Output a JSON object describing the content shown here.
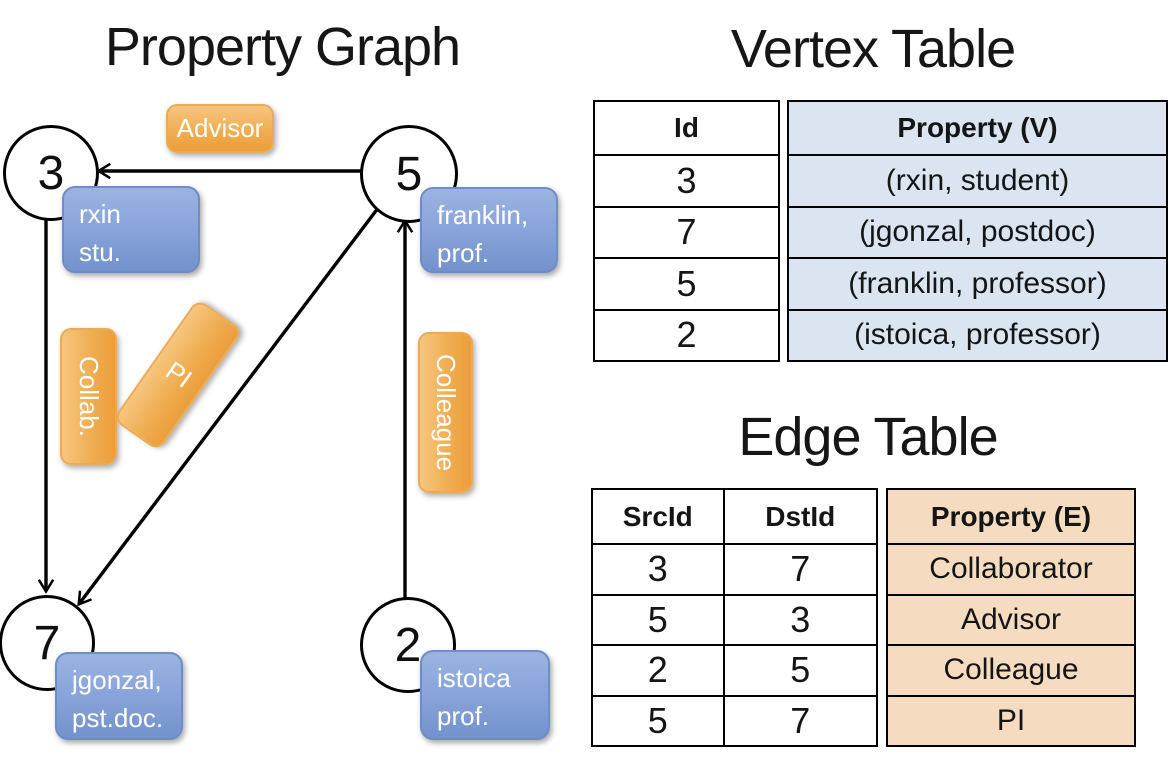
{
  "titles": {
    "graph": "Property Graph",
    "vertex": "Vertex Table",
    "edge": "Edge Table"
  },
  "graph": {
    "nodes": {
      "n3": "3",
      "n5": "5",
      "n7": "7",
      "n2": "2"
    },
    "vertex_boxes": {
      "rxin": {
        "line1": "rxin",
        "line2": "stu."
      },
      "franklin": {
        "line1": "franklin,",
        "line2": "prof."
      },
      "jgonzal": {
        "line1": "jgonzal,",
        "line2": "pst.doc."
      },
      "istoica": {
        "line1": "istoica",
        "line2": "prof."
      }
    },
    "edge_labels": {
      "advisor": "Advisor",
      "collab": "Collab.",
      "pi": "PI",
      "colleague": "Colleague"
    }
  },
  "vertex_table": {
    "headers": {
      "id": "Id",
      "property": "Property (V)"
    },
    "rows": [
      {
        "id": "3",
        "property": "(rxin, student)"
      },
      {
        "id": "7",
        "property": "(jgonzal, postdoc)"
      },
      {
        "id": "5",
        "property": "(franklin, professor)"
      },
      {
        "id": "2",
        "property": "(istoica, professor)"
      }
    ]
  },
  "edge_table": {
    "headers": {
      "src": "SrcId",
      "dst": "DstId",
      "property": "Property (E)"
    },
    "rows": [
      {
        "src": "3",
        "dst": "7",
        "property": "Collaborator"
      },
      {
        "src": "5",
        "dst": "3",
        "property": "Advisor"
      },
      {
        "src": "2",
        "dst": "5",
        "property": "Colleague"
      },
      {
        "src": "5",
        "dst": "7",
        "property": "PI"
      }
    ]
  },
  "colors": {
    "vertex_cell_fill": "#dbe4f1",
    "edge_cell_fill": "#f5dcc0",
    "orange_gradient_top": "#f7c67f",
    "orange_gradient_bottom": "#ec9d3a",
    "blue_gradient_top": "#9cb3e1",
    "blue_gradient_bottom": "#7392cc",
    "line": "#000000"
  }
}
